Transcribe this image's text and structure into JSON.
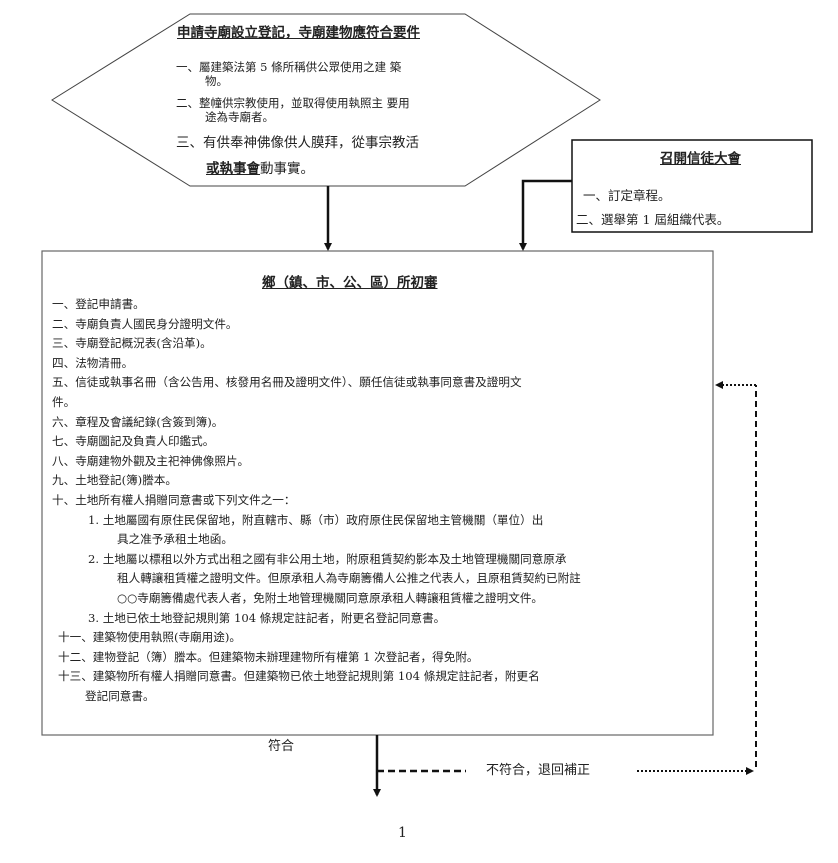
{
  "requirements": {
    "title": "申請寺廟設立登記，寺廟建物應符合要件",
    "items": [
      "一、屬建築法第 5 條所稱供公眾使用之建 築",
      "物。",
      "二、整幢供宗教使用，並取得使用執照主 要用",
      "途為寺廟者。",
      "三、有供奉神佛像供人膜拜，從事宗教活"
    ],
    "last_underlined": "或執事會",
    "last_rest": "動事實。"
  },
  "assembly": {
    "title": "召開信徒大會",
    "items": [
      "一、訂定章程。",
      "二、選舉第 1 屆組織代表。"
    ]
  },
  "review": {
    "title": "鄉（鎮、市、公、區）所初審",
    "lines": [
      "一、登記申請書。",
      "二、寺廟負責人國民身分證明文件。",
      "三、寺廟登記概況表(含沿革)。",
      "四、法物清冊。",
      "五、信徒或執事名冊（含公告用、核發用名冊及證明文件）、願任信徒或執事同意書及證明文",
      "件。",
      "六、章程及會議紀錄(含簽到簿)。",
      "七、寺廟圖記及負責人印鑑式。",
      "八、寺廟建物外觀及主祀神佛像照片。",
      "九、土地登記(簿)謄本。",
      "十、土地所有權人捐贈同意書或下列文件之一：",
      "1. 土地屬國有原住民保留地，附直轄市、縣（市）政府原住民保留地主管機關（單位）出",
      "具之准予承租土地函。",
      "2. 土地屬以標租以外方式出租之國有非公用土地，附原租賃契約影本及土地管理機關同意原承",
      "租人轉讓租賃權之證明文件。但原承租人為寺廟籌備人公推之代表人，且原租賃契約已附註",
      "○○寺廟籌備處代表人者，免附土地管理機關同意原承租人轉讓租賃權之證明文件。",
      "3. 土地已依土地登記規則第 104 條規定註記者，附更名登記同意書。",
      "十一、建築物使用執照(寺廟用途)。",
      "十二、建物登記（簿）謄本。但建築物未辦理建物所有權第 1 次登記者，得免附。",
      "十三、建築物所有權人捐贈同意書。但建築物已依土地登記規則第 104 條規定註記者，附更名",
      "登記同意書。"
    ]
  },
  "flow": {
    "pass_label": "符合",
    "fail_label": "不符合，退回補正"
  },
  "page_number": "1"
}
